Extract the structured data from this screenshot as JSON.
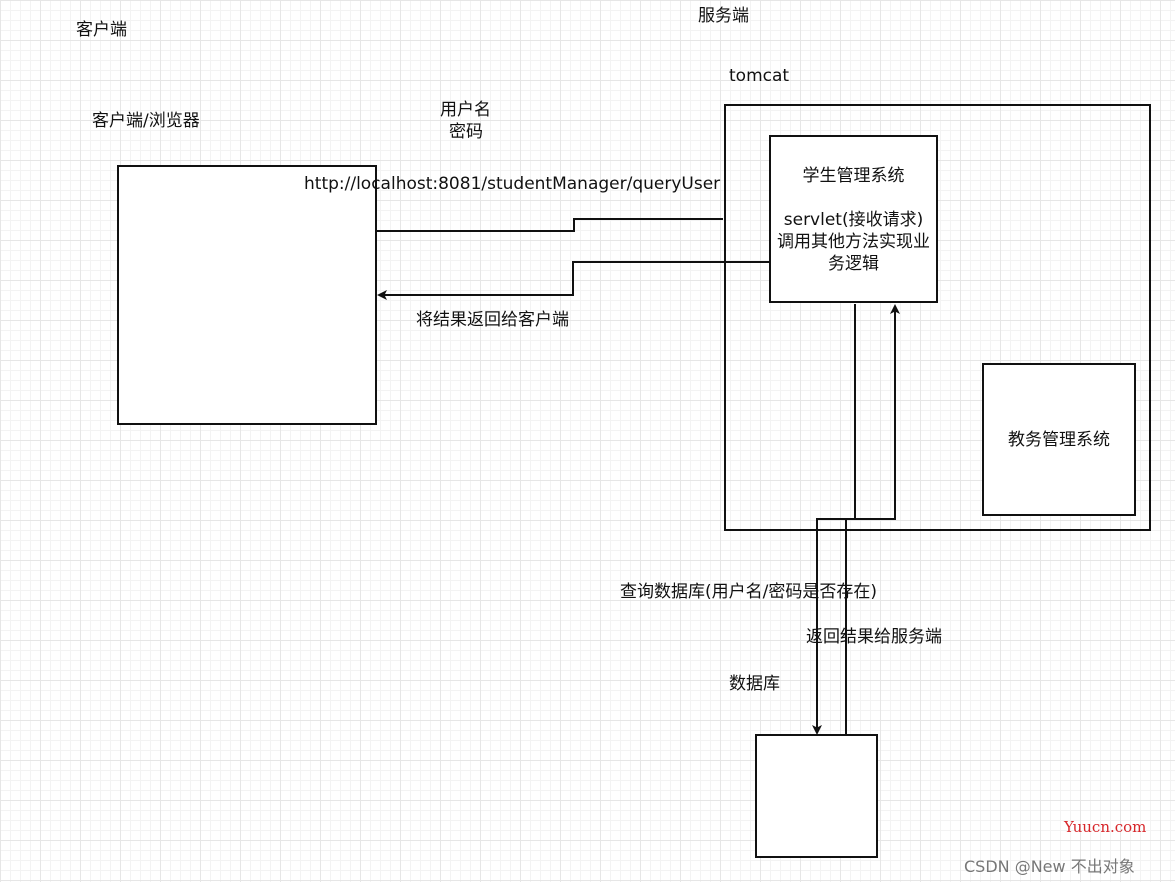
{
  "labels": {
    "client_title": "客户端",
    "server_title": "服务端",
    "tomcat": "tomcat",
    "browser": "客户端/浏览器",
    "username": "用户名",
    "password": "密码",
    "url": "http://localhost:8081/studentManager/queryUser",
    "return_to_client": "将结果返回给客户端",
    "query_db": "查询数据库(用户名/密码是否存在)",
    "return_to_server": "返回结果给服务端",
    "database": "数据库"
  },
  "student_system": {
    "title": "学生管理系统",
    "line1": "servlet(接收请求)",
    "line2": "调用其他方法实现业",
    "line3": "务逻辑"
  },
  "academic_system": "教务管理系统",
  "watermarks": {
    "site": "Yuucn.com",
    "author": "CSDN @New 不出对象"
  },
  "colors": {
    "stroke": "#111111",
    "grid": "#e6e6e6",
    "watermark_site": "#d7262a"
  }
}
